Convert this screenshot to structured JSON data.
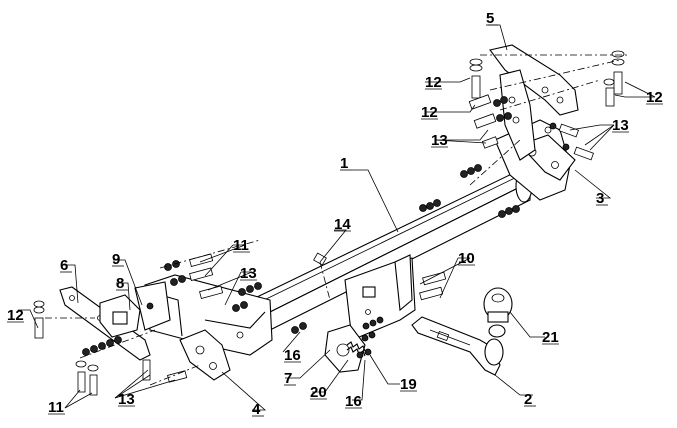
{
  "callouts": [
    {
      "id": "c1",
      "text": "1"
    },
    {
      "id": "c2",
      "text": "2"
    },
    {
      "id": "c3",
      "text": "3"
    },
    {
      "id": "c4",
      "text": "4"
    },
    {
      "id": "c5",
      "text": "5"
    },
    {
      "id": "c6",
      "text": "6"
    },
    {
      "id": "c7",
      "text": "7"
    },
    {
      "id": "c8",
      "text": "8"
    },
    {
      "id": "c9",
      "text": "9"
    },
    {
      "id": "c10",
      "text": "10"
    },
    {
      "id": "c11a",
      "text": "11"
    },
    {
      "id": "c11b",
      "text": "11"
    },
    {
      "id": "c12a",
      "text": "12"
    },
    {
      "id": "c12b",
      "text": "12"
    },
    {
      "id": "c12c",
      "text": "12"
    },
    {
      "id": "c12d",
      "text": "12"
    },
    {
      "id": "c13a",
      "text": "13"
    },
    {
      "id": "c13b",
      "text": "13"
    },
    {
      "id": "c13c",
      "text": "13"
    },
    {
      "id": "c13d",
      "text": "13"
    },
    {
      "id": "c14",
      "text": "14"
    },
    {
      "id": "c16a",
      "text": "16"
    },
    {
      "id": "c16b",
      "text": "16"
    },
    {
      "id": "c19",
      "text": "19"
    },
    {
      "id": "c20",
      "text": "20"
    },
    {
      "id": "c21",
      "text": "21"
    }
  ]
}
